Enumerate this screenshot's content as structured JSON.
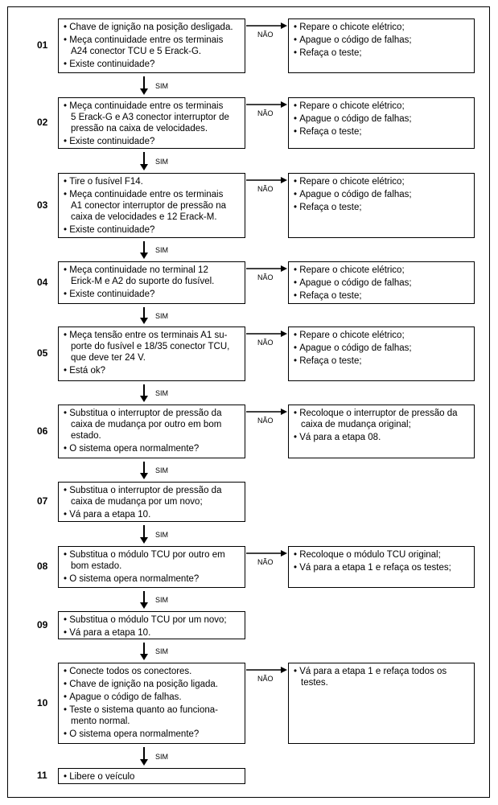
{
  "labels": {
    "yes": "SIM",
    "no": "NÃO"
  },
  "steps": [
    {
      "number": "01",
      "left": [
        "Chave de ignição na posição desligada.",
        "Meça continuidade entre os terminais\nA24 conector TCU e 5 Erack-G.",
        "Existe continuidade?"
      ],
      "right": [
        "Repare o chicote elétrico;",
        "Apague o código de falhas;",
        "Refaça o teste;"
      ]
    },
    {
      "number": "02",
      "left": [
        "Meça continuidade entre os terminais\n5 Erack-G e A3 conector interruptor de\npressão na caixa de velocidades.",
        "Existe continuidade?"
      ],
      "right": [
        "Repare o chicote elétrico;",
        "Apague o código de falhas;",
        "Refaça o teste;"
      ]
    },
    {
      "number": "03",
      "left": [
        "Tire o fusível F14.",
        "Meça continuidade entre os terminais\nA1 conector interruptor de pressão na\ncaixa de velocidades e 12 Erack-M.",
        "Existe continuidade?"
      ],
      "right": [
        "Repare o chicote elétrico;",
        "Apague o código de falhas;",
        "Refaça o teste;"
      ]
    },
    {
      "number": "04",
      "left": [
        "Meça continuidade no terminal 12\nErick-M e A2 do suporte do fusível.",
        "Existe continuidade?"
      ],
      "right": [
        "Repare o chicote elétrico;",
        "Apague o código de falhas;",
        "Refaça o teste;"
      ]
    },
    {
      "number": "05",
      "left": [
        "Meça tensão entre os terminais A1 su-\nporte do fusível e 18/35 conector TCU,\nque deve ter 24 V.",
        "Está ok?"
      ],
      "right": [
        "Repare o chicote elétrico;",
        "Apague o código de falhas;",
        "Refaça o teste;"
      ]
    },
    {
      "number": "06",
      "left": [
        "Substitua o interruptor de pressão da\ncaixa de mudança por outro em bom\nestado.",
        "O sistema opera normalmente?"
      ],
      "right": [
        "Recoloque o interruptor de pressão da\ncaixa de mudança original;",
        "Vá para a etapa 08."
      ]
    },
    {
      "number": "07",
      "left": [
        "Substitua o interruptor de pressão da\ncaixa de mudança por um novo;",
        "Vá para a etapa 10."
      ],
      "right": []
    },
    {
      "number": "08",
      "left": [
        "Substitua o módulo TCU por outro em\nbom estado.",
        "O sistema opera normalmente?"
      ],
      "right": [
        "Recoloque o módulo TCU original;",
        "Vá para a etapa 1 e refaça os testes;"
      ]
    },
    {
      "number": "09",
      "left": [
        "Substitua o módulo TCU por um novo;",
        "Vá para a etapa 10."
      ],
      "right": []
    },
    {
      "number": "10",
      "left": [
        "Conecte todos os conectores.",
        "Chave de ignição na posição ligada.",
        "Apague o código de falhas.",
        "Teste o sistema quanto ao funciona-\nmento normal.",
        "O sistema opera normalmente?"
      ],
      "right": [
        "Vá para a etapa 1 e refaça todos os\ntestes."
      ]
    },
    {
      "number": "11",
      "left": [
        "Libere o veículo"
      ],
      "right": []
    }
  ]
}
